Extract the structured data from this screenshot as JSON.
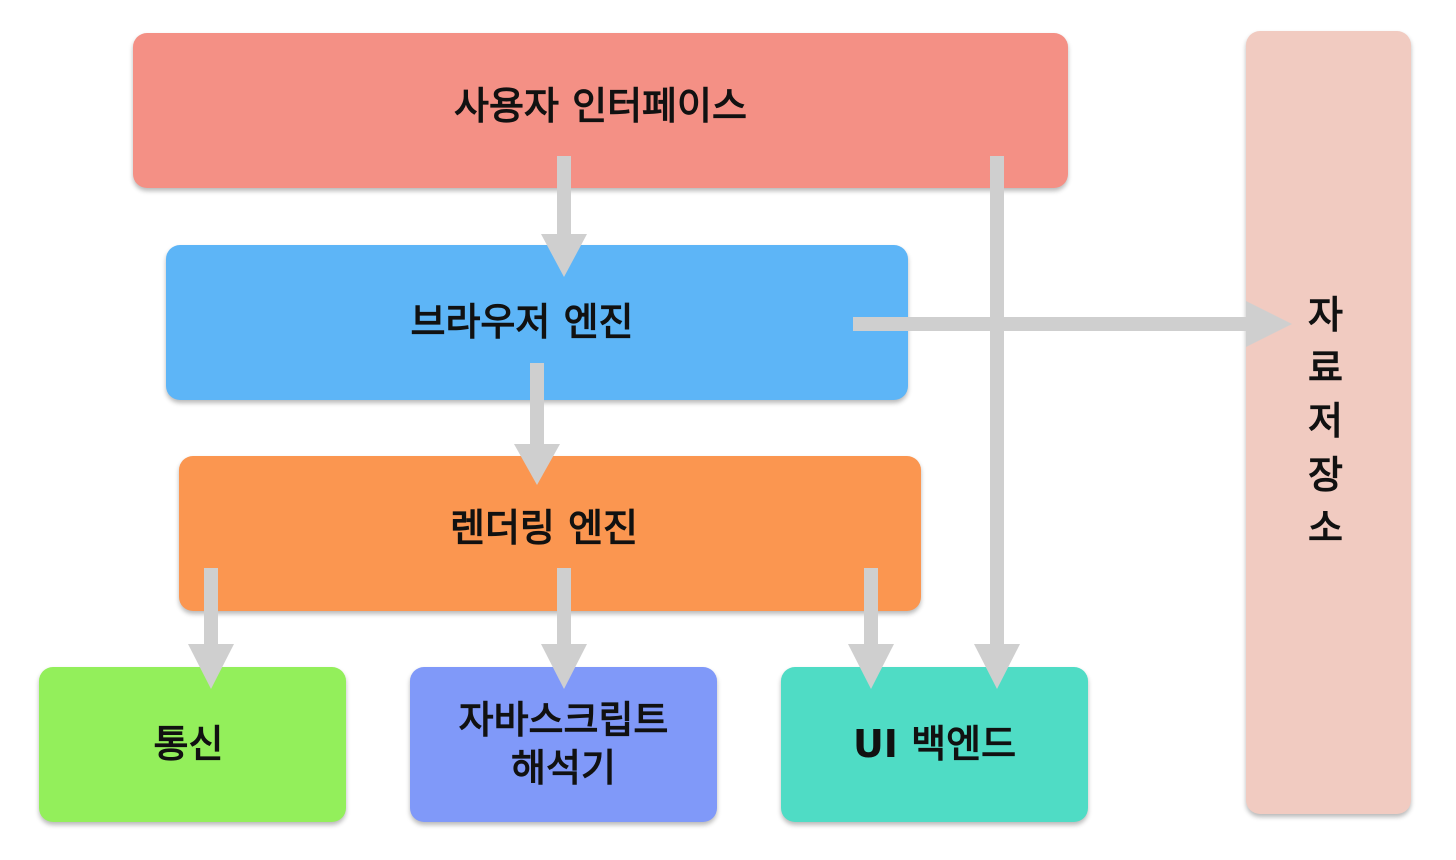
{
  "components": {
    "user_interface": {
      "label": "사용자 인터페이스",
      "color": "#f49085"
    },
    "browser_engine": {
      "label": "브라우저 엔진",
      "color": "#5db5f7"
    },
    "rendering_engine": {
      "label": "렌더링 엔진",
      "color": "#fb9650"
    },
    "networking": {
      "label": "통신",
      "color": "#93ef5b"
    },
    "js_interpreter": {
      "label_line1": "자바스크립트",
      "label_line2": "해석기",
      "color": "#8099f9"
    },
    "ui_backend": {
      "label": "UI 백엔드",
      "color": "#4fdcc5"
    },
    "data_storage": {
      "label_chars": [
        "자",
        "료",
        "저",
        "장",
        "소"
      ],
      "color": "#f1cbc1"
    }
  },
  "connections": [
    {
      "from": "user_interface",
      "to": "browser_engine"
    },
    {
      "from": "user_interface",
      "to": "ui_backend"
    },
    {
      "from": "browser_engine",
      "to": "rendering_engine"
    },
    {
      "from": "browser_engine",
      "to": "data_storage"
    },
    {
      "from": "rendering_engine",
      "to": "networking"
    },
    {
      "from": "rendering_engine",
      "to": "js_interpreter"
    },
    {
      "from": "rendering_engine",
      "to": "ui_backend"
    }
  ],
  "arrow_color": "#cfcfcf"
}
